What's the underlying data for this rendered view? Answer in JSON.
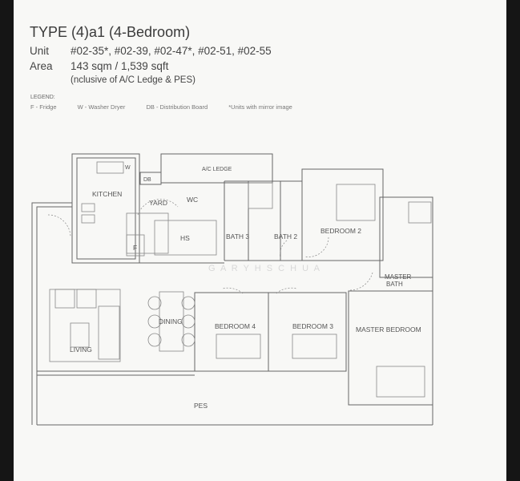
{
  "header": {
    "title": "TYPE (4)a1 (4-Bedroom)",
    "unit_label": "Unit",
    "unit_value": "#02-35*, #02-39, #02-47*, #02-51, #02-55",
    "area_label": "Area",
    "area_value": "143 sqm / 1,539 sqft",
    "area_note": "(nclusive of A/C Ledge & PES)"
  },
  "legend": {
    "heading": "LEGEND:",
    "items": [
      "F - Fridge",
      "W - Washer Dryer",
      "DB - Distribution Board",
      "*Units with mirror image"
    ]
  },
  "plan": {
    "rooms": {
      "kitchen": "KITCHEN",
      "yard": "YARD",
      "wc": "WC",
      "hs": "HS",
      "fridge": "F",
      "db": "DB",
      "washer": "W",
      "ac_ledge": "A/C LEDGE",
      "bath3": "BATH 3",
      "bath2": "BATH 2",
      "bedroom2": "BEDROOM 2",
      "master_bath_1": "MASTER",
      "master_bath_2": "BATH",
      "dining": "DINING",
      "bedroom4": "BEDROOM 4",
      "bedroom3": "BEDROOM 3",
      "master_bedroom": "MASTER BEDROOM",
      "living": "LIVING",
      "pes": "PES"
    },
    "watermark": "G  A  R  Y    H  S    C  H  U  A"
  }
}
